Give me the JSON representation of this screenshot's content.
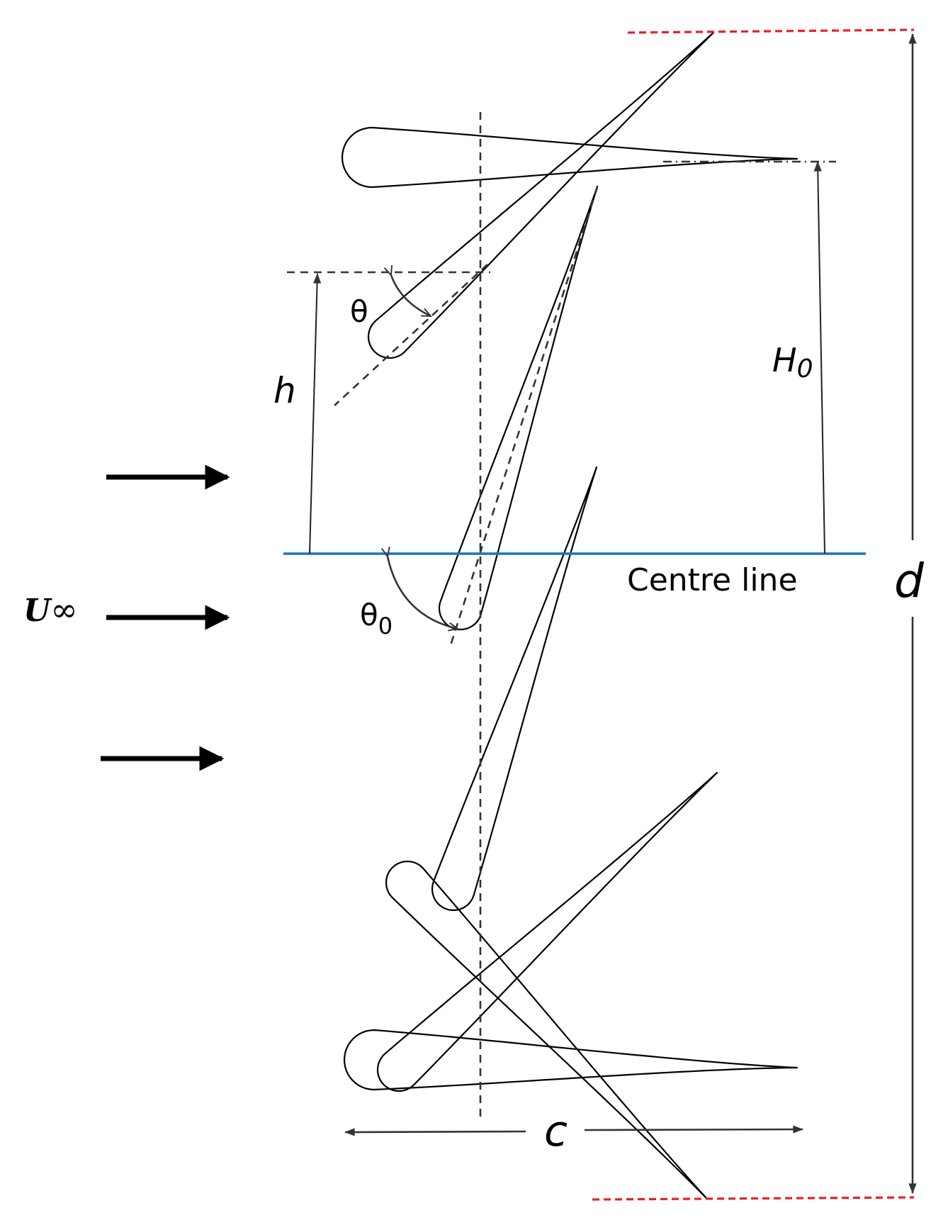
{
  "labels": {
    "theta": "θ",
    "h": "h",
    "H0_main": "H",
    "H0_sub": "0",
    "centre_line": "Centre line",
    "d": "d",
    "U_main": "U",
    "U_sym": "∞",
    "theta0_main": "θ",
    "theta0_sub": "0",
    "c": "c"
  },
  "colors": {
    "centre_line": "#1a75c4",
    "envelope": "#e8202a",
    "outline": "#000000",
    "construction": "#333333"
  }
}
